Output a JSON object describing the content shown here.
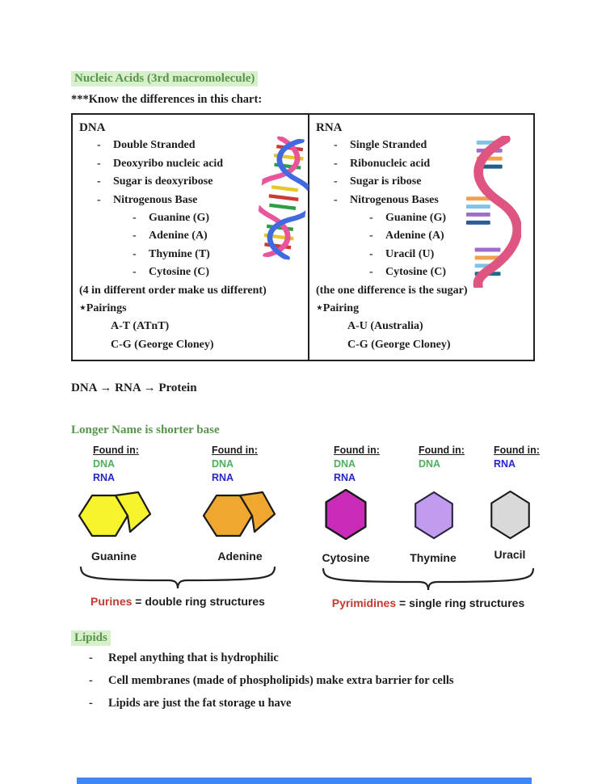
{
  "colors": {
    "heading_green": "#58944a",
    "heading_highlight": "#d8efcc",
    "figure_green": "#4cb05e",
    "figure_blue": "#2626cb",
    "figure_red": "#c43a2f",
    "table_border": "#222222",
    "bottom_bar_blue": "#4285f4",
    "helix_pink": "#e8559c",
    "helix_blue": "#4169e1",
    "rna_ribbon_pink": "#dd5580"
  },
  "page": {
    "heading_nucleic": "Nucleic Acids (3rd macromolecule)",
    "know_line": "***Know the differences in this chart:",
    "flow_line": "DNA → RNA → Protein",
    "heading_longer_name": "Longer Name is shorter base",
    "heading_lipids": "Lipids"
  },
  "table": {
    "dna": {
      "title": "DNA",
      "bullets": [
        "Double Stranded",
        "Deoxyribo nucleic acid",
        "Sugar is deoxyribose",
        "Nitrogenous Base"
      ],
      "sub_bullets": [
        "Guanine (G)",
        "Adenine (A)",
        "Thymine (T)",
        "Cytosine (C)"
      ],
      "note": "(4 in different order make us different)",
      "pairings_label": "⋆Pairings",
      "pairings": [
        "A-T (ATnT)",
        "C-G (George Cloney)"
      ]
    },
    "rna": {
      "title": "RNA",
      "bullets": [
        "Single Stranded",
        "Ribonucleic acid",
        "Sugar is ribose",
        "Nitrogenous Bases"
      ],
      "sub_bullets": [
        "Guanine (G)",
        "Adenine (A)",
        "Uracil (U)",
        "Cytosine (C)"
      ],
      "note": "(the one difference is the sugar)",
      "pairings_label": "⋆Pairing",
      "pairings": [
        "A-U (Australia)",
        "C-G (George Cloney)"
      ]
    }
  },
  "bases_figure": {
    "found_in_label": "Found in:",
    "bases": [
      {
        "name": "Guanine",
        "found_in": [
          "DNA",
          "RNA"
        ],
        "ring": "double",
        "color": "#f7f32c"
      },
      {
        "name": "Adenine",
        "found_in": [
          "DNA",
          "RNA"
        ],
        "ring": "double",
        "color": "#efa72f"
      },
      {
        "name": "Cytosine",
        "found_in": [
          "DNA",
          "RNA"
        ],
        "ring": "single",
        "color": "#ca2bb8"
      },
      {
        "name": "Thymine",
        "found_in": [
          "DNA"
        ],
        "ring": "single",
        "color": "#c09bee"
      },
      {
        "name": "Uracil",
        "found_in": [
          "RNA"
        ],
        "ring": "single",
        "color": "#d9d9d9"
      }
    ],
    "purines": {
      "term": "Purines",
      "rest": " = double ring structures"
    },
    "pyrimidines": {
      "term": "Pyrimidines",
      "rest": " = single ring structures"
    }
  },
  "lipids": {
    "bullets": [
      "Repel anything that is hydrophilic",
      "Cell membranes (made of phospholipids) make extra barrier for cells",
      "Lipids are just the fat storage u have"
    ]
  }
}
